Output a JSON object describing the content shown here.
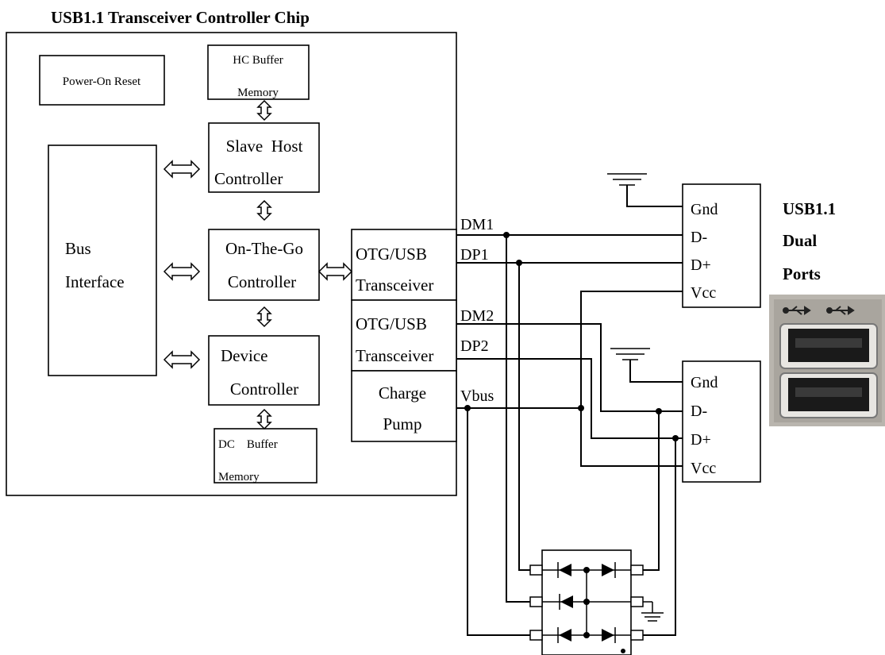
{
  "title": "USB1.1 Transceiver Controller Chip",
  "blocks": {
    "power_on_reset": "Power-On Reset",
    "hc_buffer": [
      "HC Buffer",
      "Memory"
    ],
    "slave_host": [
      "Slave  Host",
      "Controller"
    ],
    "bus_interface": [
      "Bus",
      "Interface"
    ],
    "otg_controller": [
      "On-The-Go",
      "Controller"
    ],
    "device_controller": [
      "Device",
      "Controller"
    ],
    "dc_buffer": [
      "DC    Buffer",
      "Memory"
    ],
    "transceiver1": [
      "OTG/USB",
      "Transceiver"
    ],
    "transceiver2": [
      "OTG/USB",
      "Transceiver"
    ],
    "charge_pump": [
      "Charge",
      "Pump"
    ]
  },
  "signals": {
    "dm1": "DM1",
    "dp1": "DP1",
    "dm2": "DM2",
    "dp2": "DP2",
    "vbus": "Vbus"
  },
  "connector1": [
    "Gnd",
    "D-",
    "D+",
    "Vcc"
  ],
  "connector2": [
    "Gnd",
    "D-",
    "D+",
    "Vcc"
  ],
  "ports_label": [
    "USB1.1",
    "Dual",
    "Ports"
  ],
  "icons": {
    "ports_photo": "usb-dual-port-photo",
    "usb_symbol": "usb-icon",
    "ground": "ground-icon",
    "diode": "diode-icon"
  }
}
